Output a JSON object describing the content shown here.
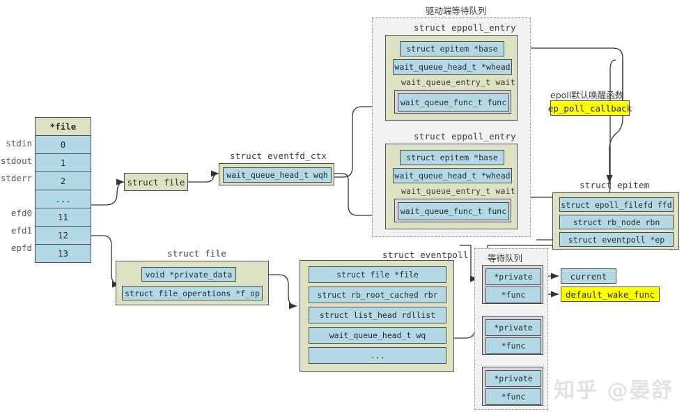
{
  "fd_table": {
    "header": "*file",
    "rows": [
      {
        "label": "stdin",
        "value": "0"
      },
      {
        "label": "stdout",
        "value": "1"
      },
      {
        "label": "stderr",
        "value": "2"
      },
      {
        "label": "",
        "value": "..."
      },
      {
        "label": "efd0",
        "value": "11"
      },
      {
        "label": "efd1",
        "value": "12"
      },
      {
        "label": "epfd",
        "value": "13"
      }
    ]
  },
  "struct_file_top": {
    "label": "struct file"
  },
  "eventfd_ctx": {
    "title": "struct eventfd_ctx",
    "fields": [
      "wait_queue_head_t wqh"
    ]
  },
  "driver_wait_queue": {
    "title": "驱动端等待队列",
    "entries": [
      {
        "title": "struct eppoll_entry",
        "fields": [
          "struct epitem *base",
          "wait_queue_head_t *whead"
        ],
        "sub_title": "wait_queue_entry_t wait",
        "sub_fields": [
          "wait_queue_func_t func"
        ]
      },
      {
        "title": "struct eppoll_entry",
        "fields": [
          "struct epitem *base",
          "wait_queue_head_t *whead"
        ],
        "sub_title": "wait_queue_entry_t wait",
        "sub_fields": [
          "wait_queue_func_t func"
        ]
      }
    ]
  },
  "callback": {
    "caption": "epoll默认唤醒函数",
    "label": "ep_poll_callback"
  },
  "epitem": {
    "title": "struct epitem",
    "fields": [
      "struct epoll_filefd ffd",
      "struct rb_node rbn",
      "struct eventpoll *ep"
    ]
  },
  "struct_file_bottom": {
    "title": "struct file",
    "fields": [
      "void *private_data",
      "struct file_operations *f_op"
    ]
  },
  "eventpoll": {
    "title": "struct eventpoll",
    "fields": [
      "struct file *file",
      "struct rb_root_cached rbr",
      "struct list_head rdllist",
      "wait_queue_head_t wq",
      "..."
    ]
  },
  "wait_queue": {
    "title": "等待队列",
    "entries": [
      {
        "private": "*private",
        "func": "*func"
      },
      {
        "private": "*private",
        "func": "*func"
      },
      {
        "private": "*private",
        "func": "*func"
      }
    ]
  },
  "targets": {
    "current": "current",
    "default_wake_func": "default_wake_func"
  },
  "watermark": "知乎 @晏舒",
  "colors": {
    "blue": "#b3d9e6",
    "olive": "#dde3c2",
    "yellow": "#ffff00",
    "lavender": "#ddd2e2",
    "dash_bg": "#f2f2f2",
    "border": "#4d4d4d"
  }
}
